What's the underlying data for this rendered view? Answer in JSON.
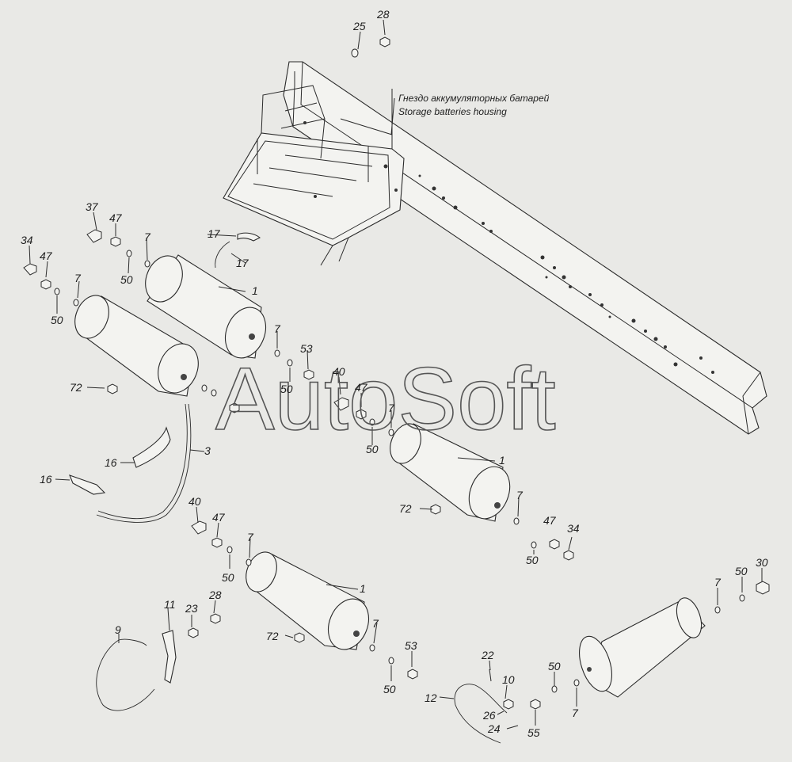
{
  "watermark": "AutoSoft",
  "caption": {
    "ru": "Гнездо аккумуляторных батарей",
    "en": "Storage batteries housing"
  },
  "labels": [
    {
      "id": "l25a",
      "text": "25"
    },
    {
      "id": "l28a",
      "text": "28"
    },
    {
      "id": "l37",
      "text": "37"
    },
    {
      "id": "l47a",
      "text": "47"
    },
    {
      "id": "l34a",
      "text": "34"
    },
    {
      "id": "l47b",
      "text": "47"
    },
    {
      "id": "l7a",
      "text": "7"
    },
    {
      "id": "l50a",
      "text": "50"
    },
    {
      "id": "l7b",
      "text": "7"
    },
    {
      "id": "l50b",
      "text": "50"
    },
    {
      "id": "l17a",
      "text": "17"
    },
    {
      "id": "l17b",
      "text": "17"
    },
    {
      "id": "l1a",
      "text": "1"
    },
    {
      "id": "l7c",
      "text": "7"
    },
    {
      "id": "l53a",
      "text": "53"
    },
    {
      "id": "l50c",
      "text": "50"
    },
    {
      "id": "l72a",
      "text": "72"
    },
    {
      "id": "l40a",
      "text": "40"
    },
    {
      "id": "l47c",
      "text": "47"
    },
    {
      "id": "l7d",
      "text": "7"
    },
    {
      "id": "l50d",
      "text": "50"
    },
    {
      "id": "l1b",
      "text": "1"
    },
    {
      "id": "l3",
      "text": "3"
    },
    {
      "id": "l16a",
      "text": "16"
    },
    {
      "id": "l16b",
      "text": "16"
    },
    {
      "id": "l72b",
      "text": "72"
    },
    {
      "id": "l7e",
      "text": "7"
    },
    {
      "id": "l40b",
      "text": "40"
    },
    {
      "id": "l47d",
      "text": "47"
    },
    {
      "id": "l7f",
      "text": "7"
    },
    {
      "id": "l50e",
      "text": "50"
    },
    {
      "id": "l47e",
      "text": "47"
    },
    {
      "id": "l34b",
      "text": "34"
    },
    {
      "id": "l50f",
      "text": "50"
    },
    {
      "id": "l1c",
      "text": "1"
    },
    {
      "id": "l7g",
      "text": "7"
    },
    {
      "id": "l50g",
      "text": "50"
    },
    {
      "id": "l30",
      "text": "30"
    },
    {
      "id": "l11",
      "text": "11"
    },
    {
      "id": "l23",
      "text": "23"
    },
    {
      "id": "l28b",
      "text": "28"
    },
    {
      "id": "l9",
      "text": "9"
    },
    {
      "id": "l72c",
      "text": "72"
    },
    {
      "id": "l7h",
      "text": "7"
    },
    {
      "id": "l53b",
      "text": "53"
    },
    {
      "id": "l50h",
      "text": "50"
    },
    {
      "id": "l22",
      "text": "22"
    },
    {
      "id": "l10",
      "text": "10"
    },
    {
      "id": "l12",
      "text": "12"
    },
    {
      "id": "l26",
      "text": "26"
    },
    {
      "id": "l24",
      "text": "24"
    },
    {
      "id": "l55",
      "text": "55"
    },
    {
      "id": "l50i",
      "text": "50"
    },
    {
      "id": "l7i",
      "text": "7"
    }
  ]
}
